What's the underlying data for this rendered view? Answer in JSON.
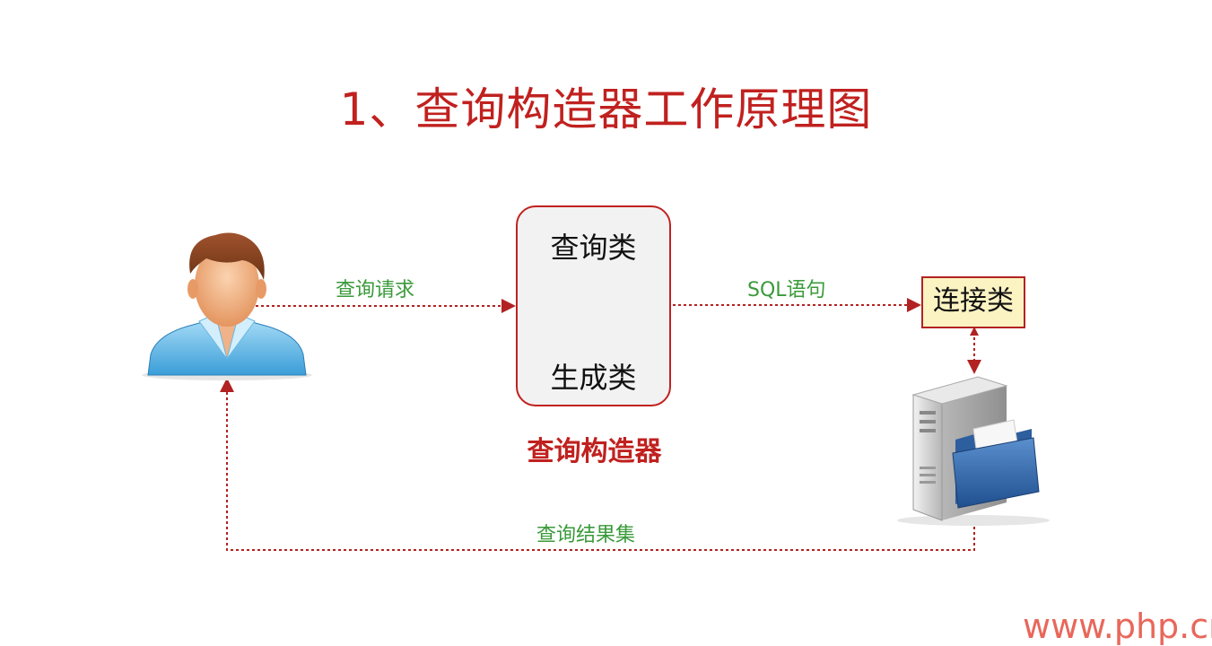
{
  "title": "1、查询构造器工作原理图",
  "query_builder": {
    "top_label": "查询类",
    "bottom_label": "生成类",
    "caption": "查询构造器"
  },
  "connection": {
    "label": "连接类"
  },
  "edges": {
    "request": "查询请求",
    "sql": "SQL语句",
    "result": "查询结果集"
  },
  "watermark": "www.php.cn",
  "colors": {
    "accent": "#c0211f",
    "edge_label": "#3a9a3a",
    "arrow": "#b22222",
    "conn_fill": "#fbf3c2"
  }
}
